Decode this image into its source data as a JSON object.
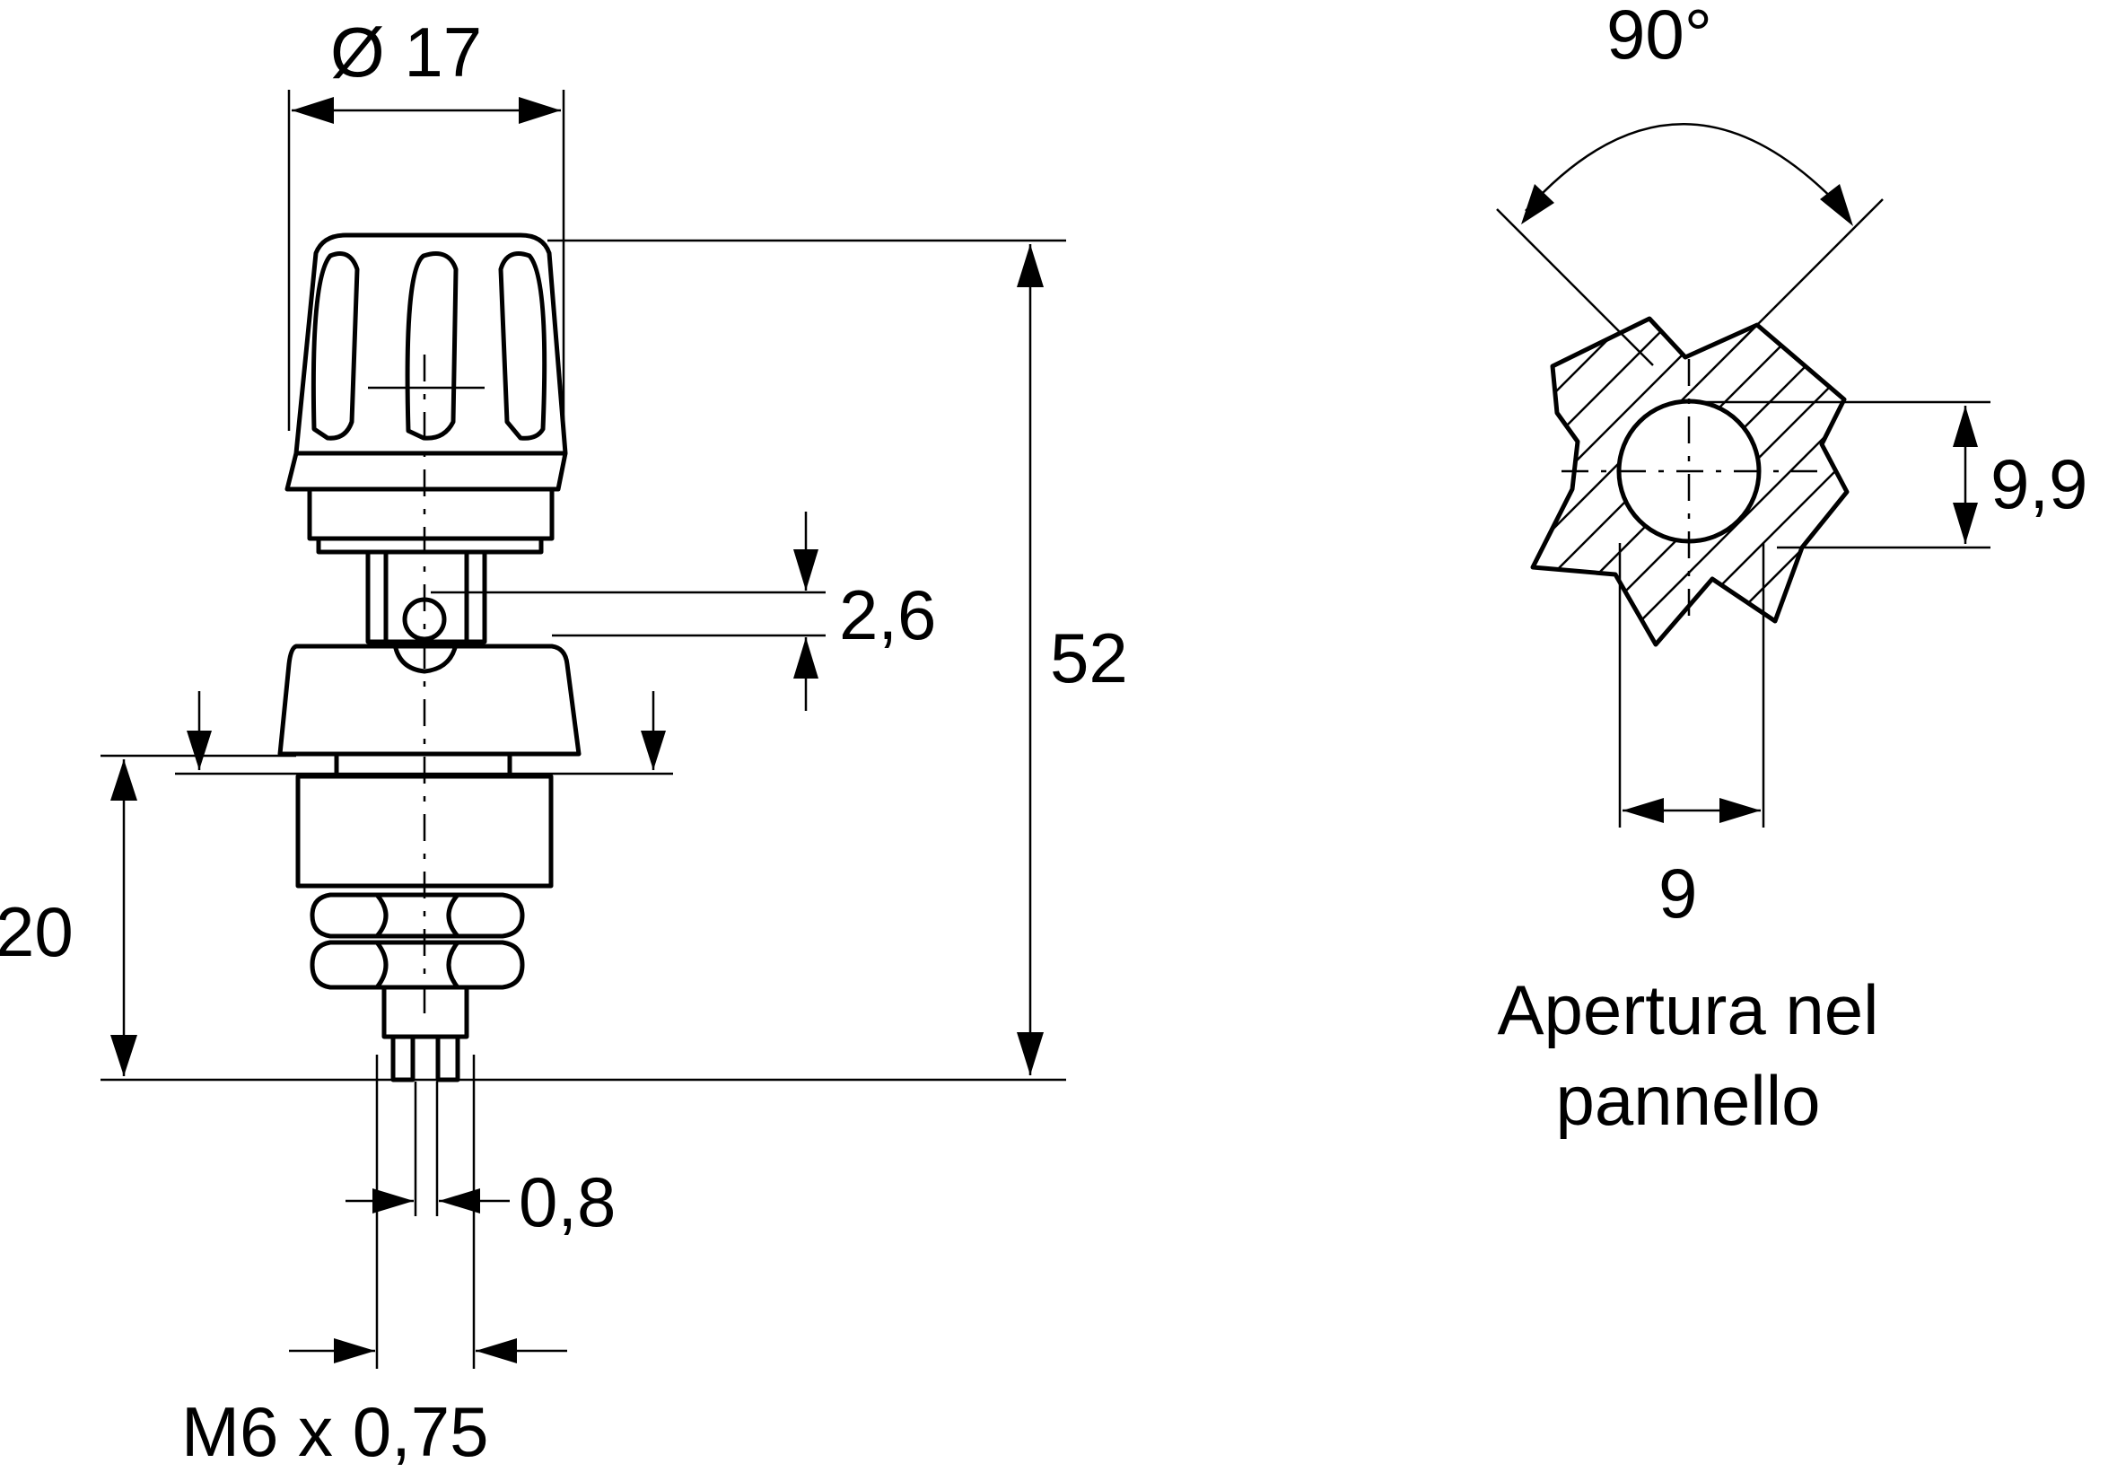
{
  "dimensions": {
    "diameter": "Ø 17",
    "pin_gap": "2,6",
    "total_height": "52",
    "panel_height": "20",
    "pin_width": "0,8",
    "thread": "M6 x 0,75",
    "angle": "90°",
    "hole_height": "9,9",
    "hole_width": "9"
  },
  "caption": {
    "line1": "Apertura nel",
    "line2": "pannello"
  }
}
